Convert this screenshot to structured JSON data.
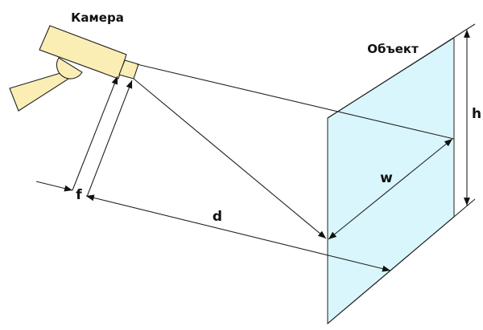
{
  "labels": {
    "camera": "Камера",
    "object": "Объект",
    "height": "h",
    "width": "w",
    "distance": "d",
    "focal_length": "f"
  },
  "colors": {
    "camera_fill": "#fbeeb4",
    "object_fill": "#d9f6fc",
    "line": "#222222"
  }
}
